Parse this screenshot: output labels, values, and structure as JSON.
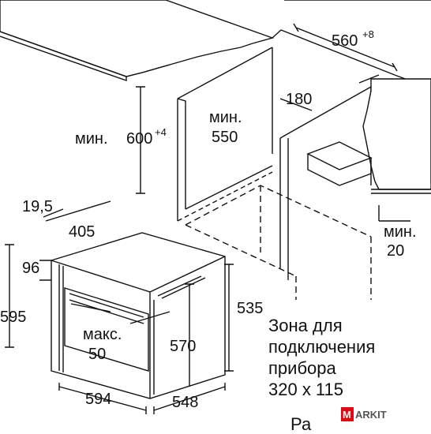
{
  "dimensions": {
    "cabinet_width": "560",
    "cabinet_width_tol": "+8",
    "min_height_prefix": "мин.",
    "min_height_value": "600",
    "min_height_tol": "+4",
    "min_depth_prefix": "мин.",
    "min_depth_value": "550",
    "vent_depth": "180",
    "min_gap_prefix": "мин.",
    "min_gap_value": "20",
    "front_offset": "19,5",
    "frame_depth": "405",
    "panel_height": "96",
    "oven_height": "595",
    "max_prefix": "макс.",
    "max_value": "50",
    "body_depth": "535",
    "body_height": "570",
    "oven_width": "594",
    "body_width": "548"
  },
  "connection_zone": {
    "line1": "Зона для",
    "line2": "подключения",
    "line3": "прибора",
    "line4": "320 x 115"
  },
  "footer_text": "Ра",
  "logo": {
    "text": "ARKIT",
    "mark": "M",
    "mark_color": "#e30613"
  }
}
